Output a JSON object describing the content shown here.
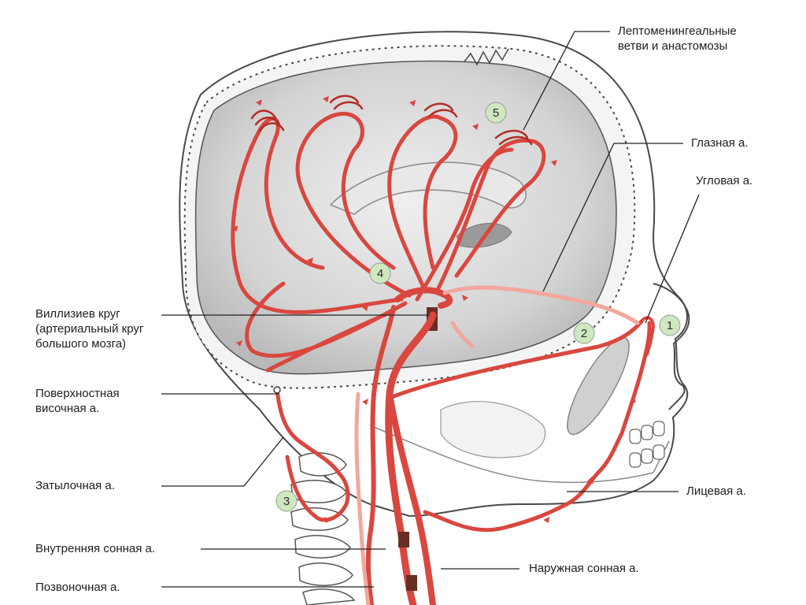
{
  "labels": {
    "leptomeningeal": [
      "Лептоменингеальные",
      "ветви и анастомозы"
    ],
    "ophthalmic": "Глазная а.",
    "angular": "Угловая а.",
    "willis": [
      "Виллизиев круг",
      "(артериальный круг",
      "большого мозга)"
    ],
    "superficial_temporal": [
      "Поверхностная",
      "височная а."
    ],
    "occipital": "Затылочная а.",
    "internal_carotid": "Внутренняя сонная а.",
    "vertebral": "Позвоночная а.",
    "facial": "Лицевая а.",
    "external_carotid": "Наружная сонная а."
  },
  "badges": [
    "1",
    "2",
    "3",
    "4",
    "5"
  ],
  "colors": {
    "artery": "#d9473f",
    "artery_dark": "#b32c26",
    "artery_light": "#f2a79c",
    "brain_fill": "#d8d8d8",
    "badge_fill": "#cfe8c0",
    "bone": "#ffffff",
    "outline": "#4a4a4a"
  }
}
